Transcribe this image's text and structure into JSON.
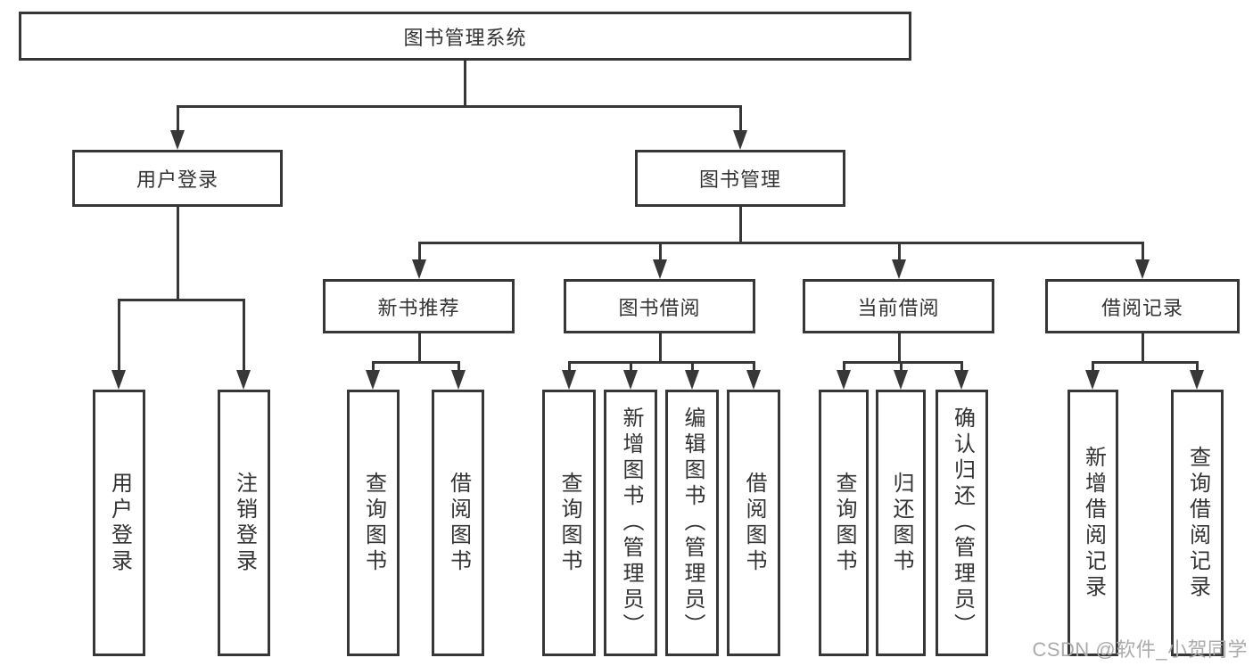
{
  "diagram": {
    "nodes": {
      "root": "图书管理系统",
      "user_login": "用户登录",
      "book_mgmt": "图书管理",
      "new_book_rec": "新书推荐",
      "book_borrow": "图书借阅",
      "current_borrow": "当前借阅",
      "borrow_records": "借阅记录",
      "leaf_user_login": "用户登录",
      "leaf_logout": "注销登录",
      "leaf_nb_query": "查询图书",
      "leaf_nb_borrow": "借阅图书",
      "leaf_bb_query": "查询图书",
      "leaf_bb_add": "新增图书（管理员）",
      "leaf_bb_edit": "编辑图书（管理员）",
      "leaf_bb_borrow": "借阅图书",
      "leaf_cb_query": "查询图书",
      "leaf_cb_return": "归还图书",
      "leaf_cb_confirm": "确认归还（管理员）",
      "leaf_br_add": "新增借阅记录",
      "leaf_br_query": "查询借阅记录"
    },
    "line_color": "#373737",
    "text_color": "#333333"
  },
  "watermark": {
    "text": "CSDN @软件_小贺同学",
    "color": "#ababab"
  }
}
